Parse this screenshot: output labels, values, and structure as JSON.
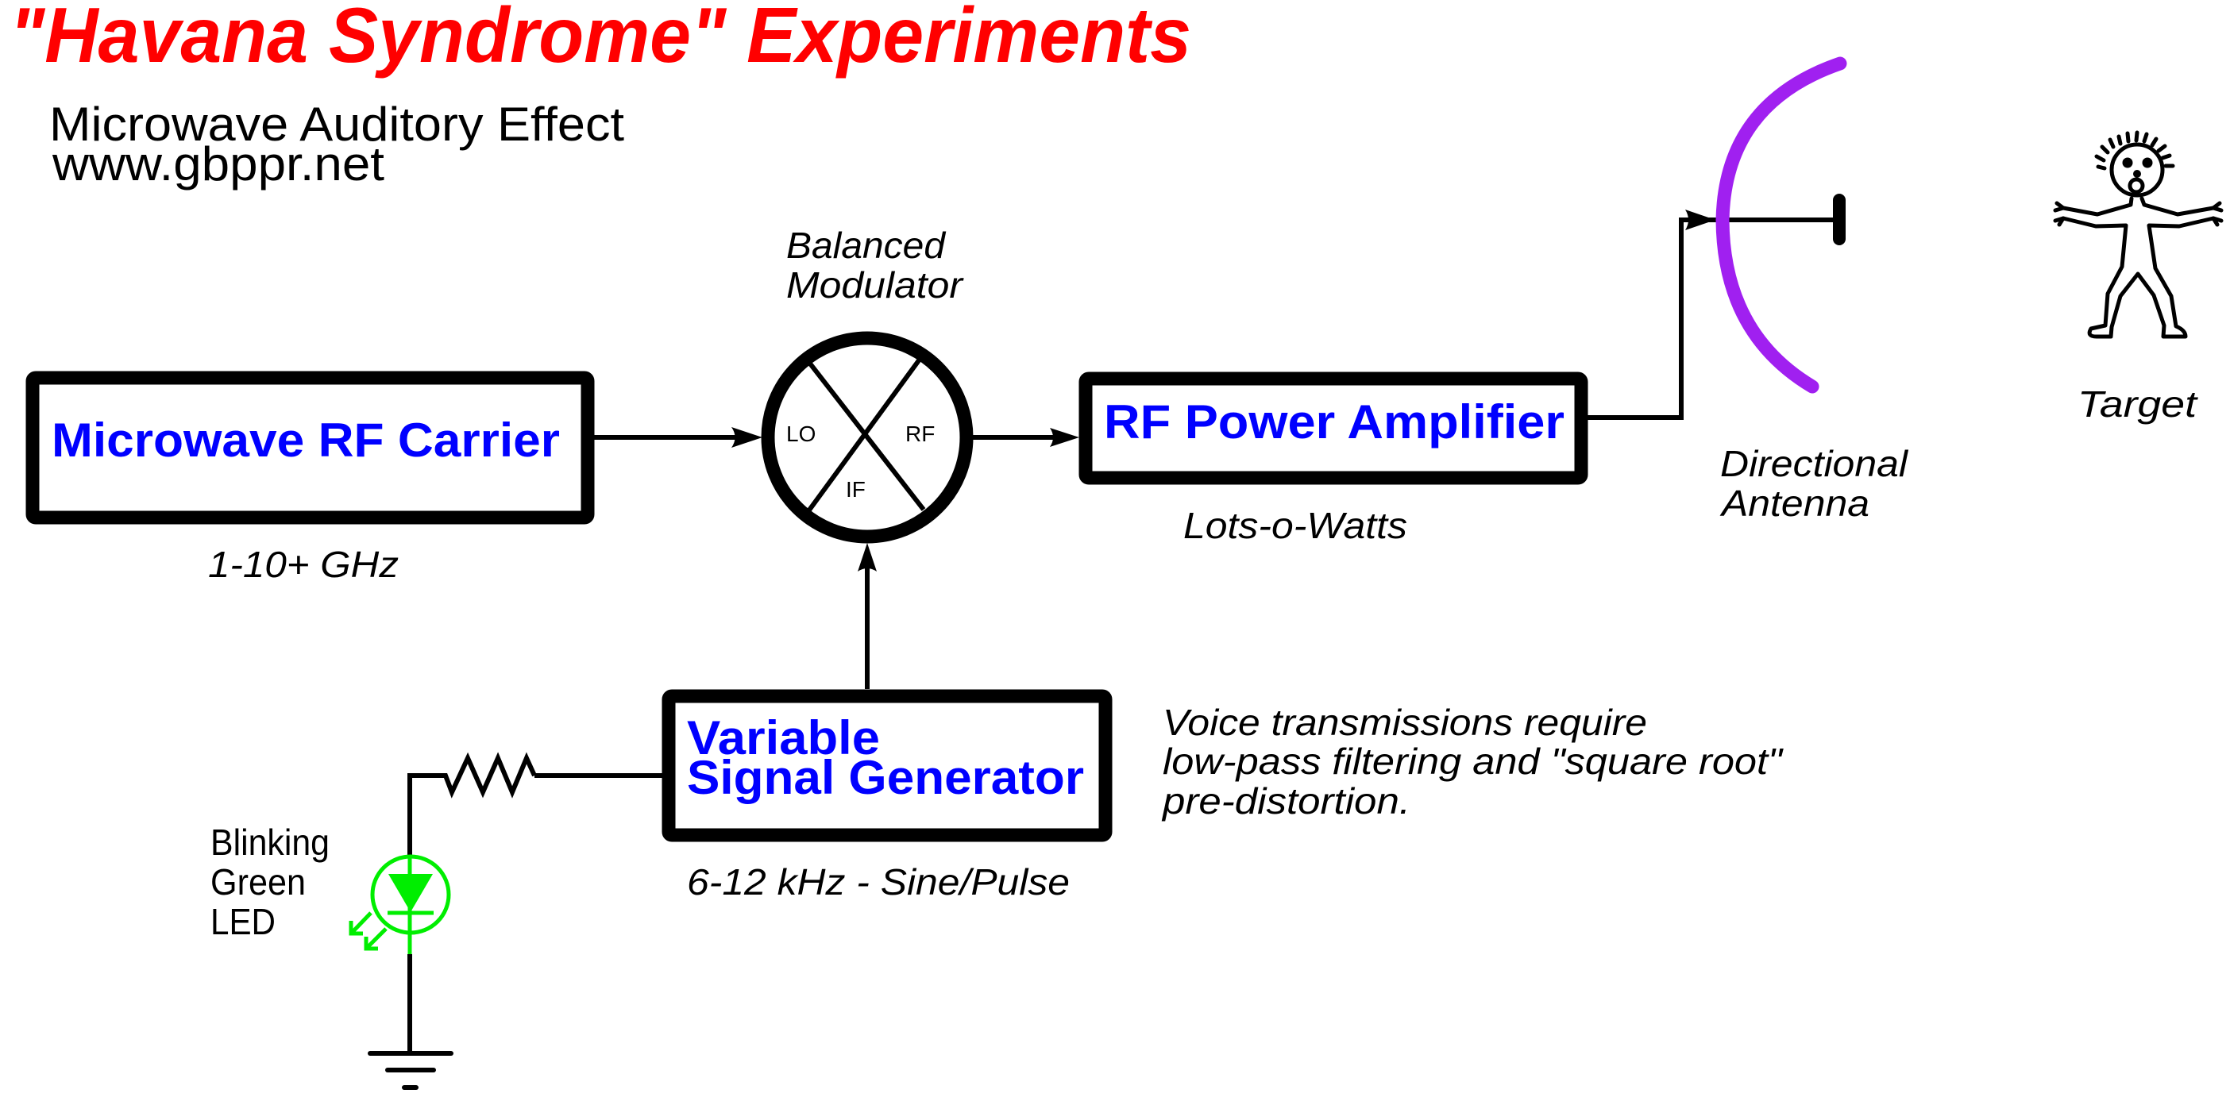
{
  "title": "\"Havana Syndrome\" Experiments",
  "subtitle": {
    "line1": "Microwave Auditory Effect",
    "line2": "www.gbppr.net"
  },
  "colors": {
    "title": "#ff0000",
    "block_text": "#0000ff",
    "antenna": "#a020f0",
    "led": "#00ee00",
    "line": "#000000"
  },
  "blocks": {
    "carrier": {
      "label": "Microwave RF Carrier",
      "note": "1-10+ GHz"
    },
    "modulator": {
      "label_line1": "Balanced",
      "label_line2": "Modulator",
      "ports": {
        "lo": "LO",
        "rf": "RF",
        "if": "IF"
      }
    },
    "amplifier": {
      "label": "RF Power Amplifier",
      "note": "Lots-o-Watts"
    },
    "generator": {
      "label_line1": "Variable",
      "label_line2": "Signal Generator",
      "note": "6-12 kHz - Sine/Pulse"
    },
    "antenna": {
      "label_line1": "Directional",
      "label_line2": "Antenna"
    },
    "target": {
      "label": "Target"
    },
    "led": {
      "label_line1": "Blinking",
      "label_line2": "Green",
      "label_line3": "LED"
    }
  },
  "voice_note": {
    "line1": "Voice transmissions require",
    "line2": "low-pass filtering and \"square root\"",
    "line3": "pre-distortion."
  },
  "icons": {
    "led": "led-diode-icon",
    "resistor": "resistor-icon",
    "ground": "ground-icon",
    "antenna": "dish-antenna-icon",
    "target": "stick-figure-icon",
    "modulator": "mixer-icon"
  }
}
